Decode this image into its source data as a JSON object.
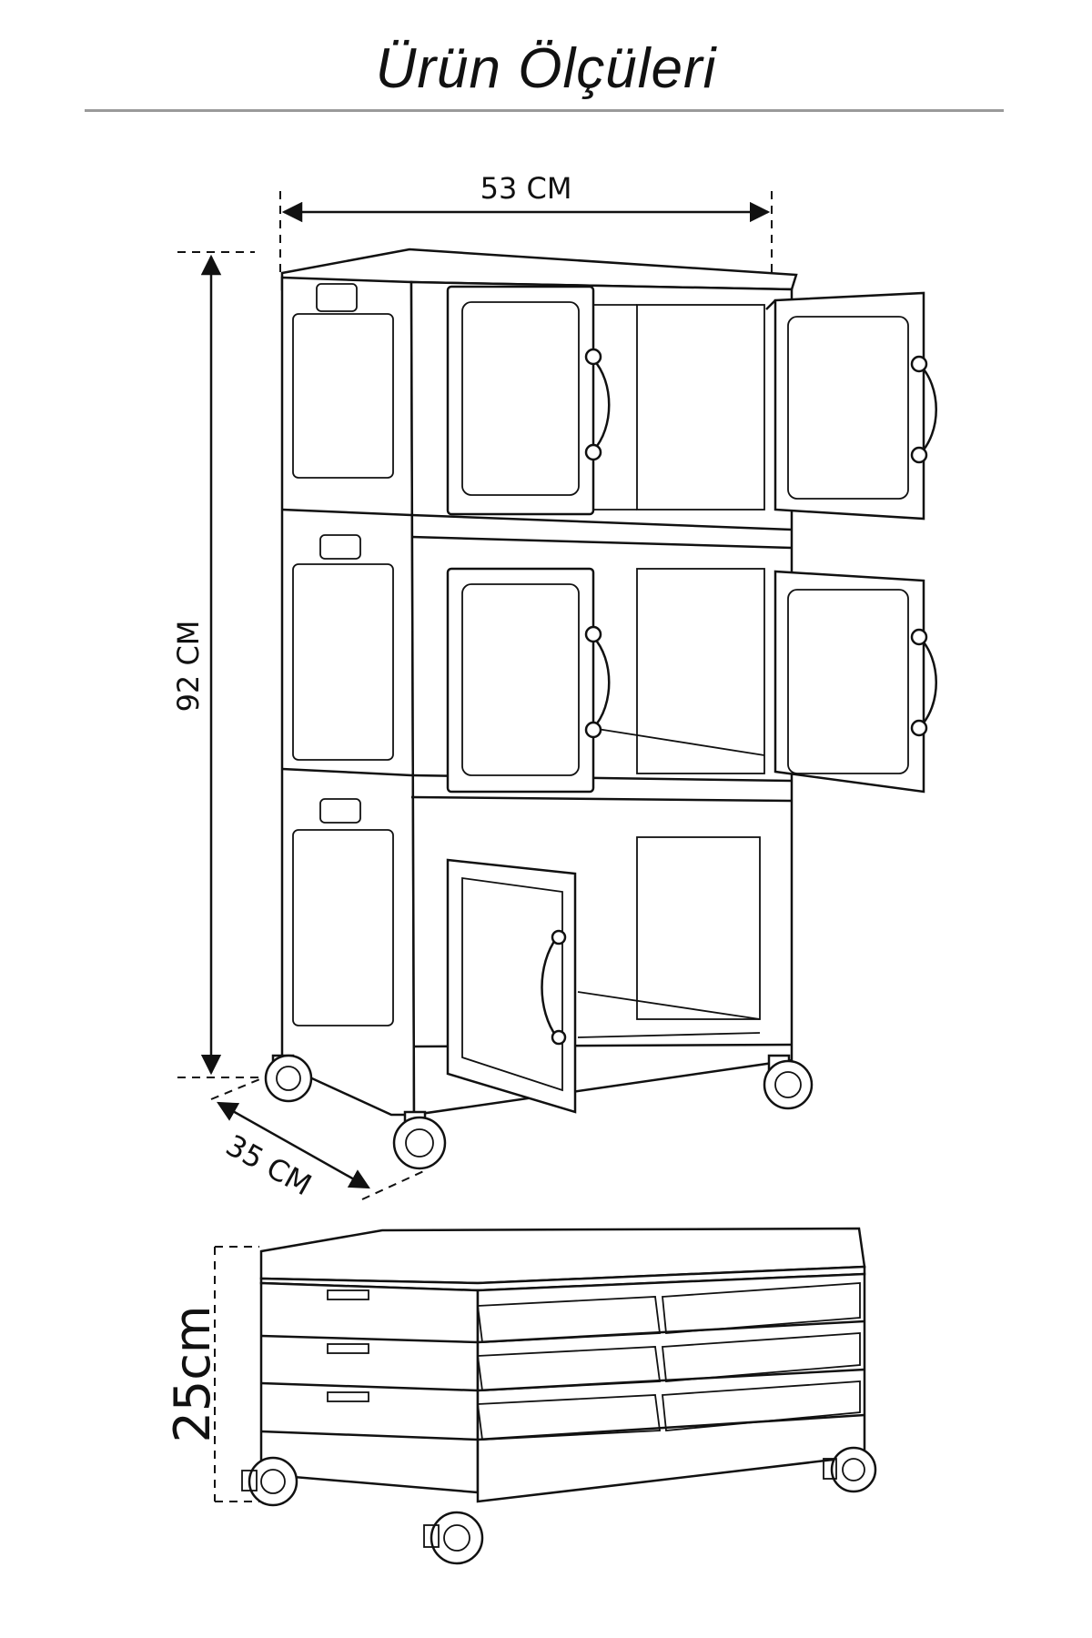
{
  "title": "Ürün Ölçüleri",
  "dimensions": {
    "width_label": "53 CM",
    "height_label": "92 CM",
    "depth_label": "35 CM",
    "folded_height_label": "25cm"
  },
  "colors": {
    "line": "#111111",
    "rule": "#9a9a9a",
    "background": "#ffffff"
  }
}
